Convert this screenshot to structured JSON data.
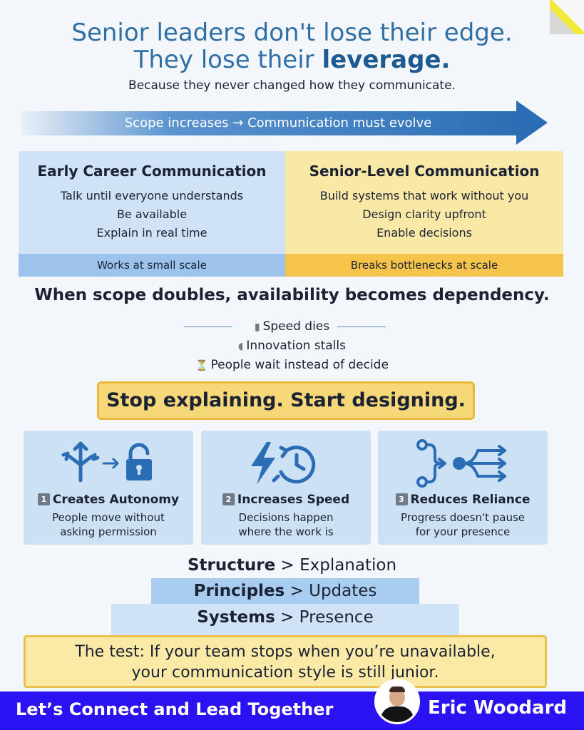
{
  "header": {
    "line1": "Senior leaders don't lose their edge.",
    "line2_prefix": "They lose their ",
    "line2_bold": "leverage.",
    "subtitle": "Because they never changed how they communicate."
  },
  "arrow_text": "Scope increases → Communication must evolve",
  "comparison": {
    "early": {
      "title": "Early Career Communication",
      "items": [
        "Talk until everyone understands",
        "Be available",
        "Explain in real time"
      ],
      "footer": "Works at small scale"
    },
    "senior": {
      "title": "Senior-Level Communication",
      "items": [
        "Build systems that work without you",
        "Design clarity upfront",
        "Enable decisions"
      ],
      "footer": "Breaks bottlenecks at scale"
    }
  },
  "scope_heading": "When scope doubles, availability becomes dependency.",
  "effects": [
    {
      "icon": "declining-chart-icon",
      "glyph": "▮",
      "text": "Speed dies"
    },
    {
      "icon": "snail-icon",
      "glyph": "◖",
      "text": "Innovation stalls"
    },
    {
      "icon": "hourglass-icon",
      "glyph": "⏳",
      "text": "People wait instead of decide"
    }
  ],
  "callout": "Stop explaining. Start designing.",
  "cards": [
    {
      "num": "1",
      "title": "Creates Autonomy",
      "desc_line1": "People move without",
      "desc_line2": "asking permission",
      "icon": "branch-arrows-unlock-icon"
    },
    {
      "num": "2",
      "title": "Increases Speed",
      "desc_line1": "Decisions happen",
      "desc_line2": "where the work is",
      "icon": "lightning-clock-icon"
    },
    {
      "num": "3",
      "title": "Reduces Reliance",
      "desc_line1": "Progress doesn't pause",
      "desc_line2": "for your presence",
      "icon": "converge-diverge-icon"
    }
  ],
  "pyramid": [
    {
      "bold": "Structure",
      "rest": " > Explanation"
    },
    {
      "bold": "Principles",
      "rest": " > Updates"
    },
    {
      "bold": "Systems",
      "rest": " > Presence"
    }
  ],
  "test": {
    "line1": "The test: If your team stops when you’re unavailable,",
    "line2": "your communication style is still junior."
  },
  "banner": {
    "left": "Let’s Connect and Lead Together",
    "right": "Eric Woodard"
  },
  "colors": {
    "title_blue": "#2f6fa6",
    "arrow_blue": "#2b6db4",
    "card_blue": "#cde1f5",
    "yellow": "#f6d878",
    "banner_blue": "#2a12f2"
  }
}
